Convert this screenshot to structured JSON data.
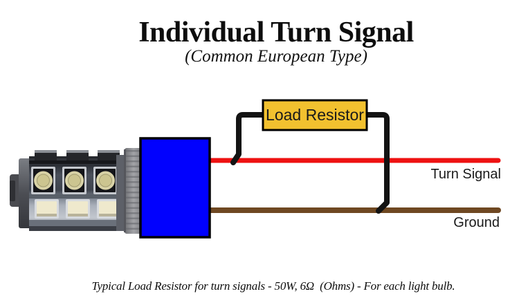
{
  "header": {
    "title": "Individual Turn Signal",
    "subtitle": "(Common European Type)"
  },
  "diagram": {
    "load_resistor_label": "Load Resistor",
    "turn_signal_label": "Turn Signal",
    "ground_label": "Ground"
  },
  "caption": "Typical Load Resistor for turn signals - 50W, 6Ω  (Ohms) - For each light bulb.",
  "colors": {
    "turn_signal_wire": "#ee1111",
    "ground_wire": "#6f4822",
    "jumper_wire": "#131313",
    "load_resistor_fill": "#f2c12f",
    "connector_fill": "#0101fe",
    "background": "#ffffff"
  }
}
